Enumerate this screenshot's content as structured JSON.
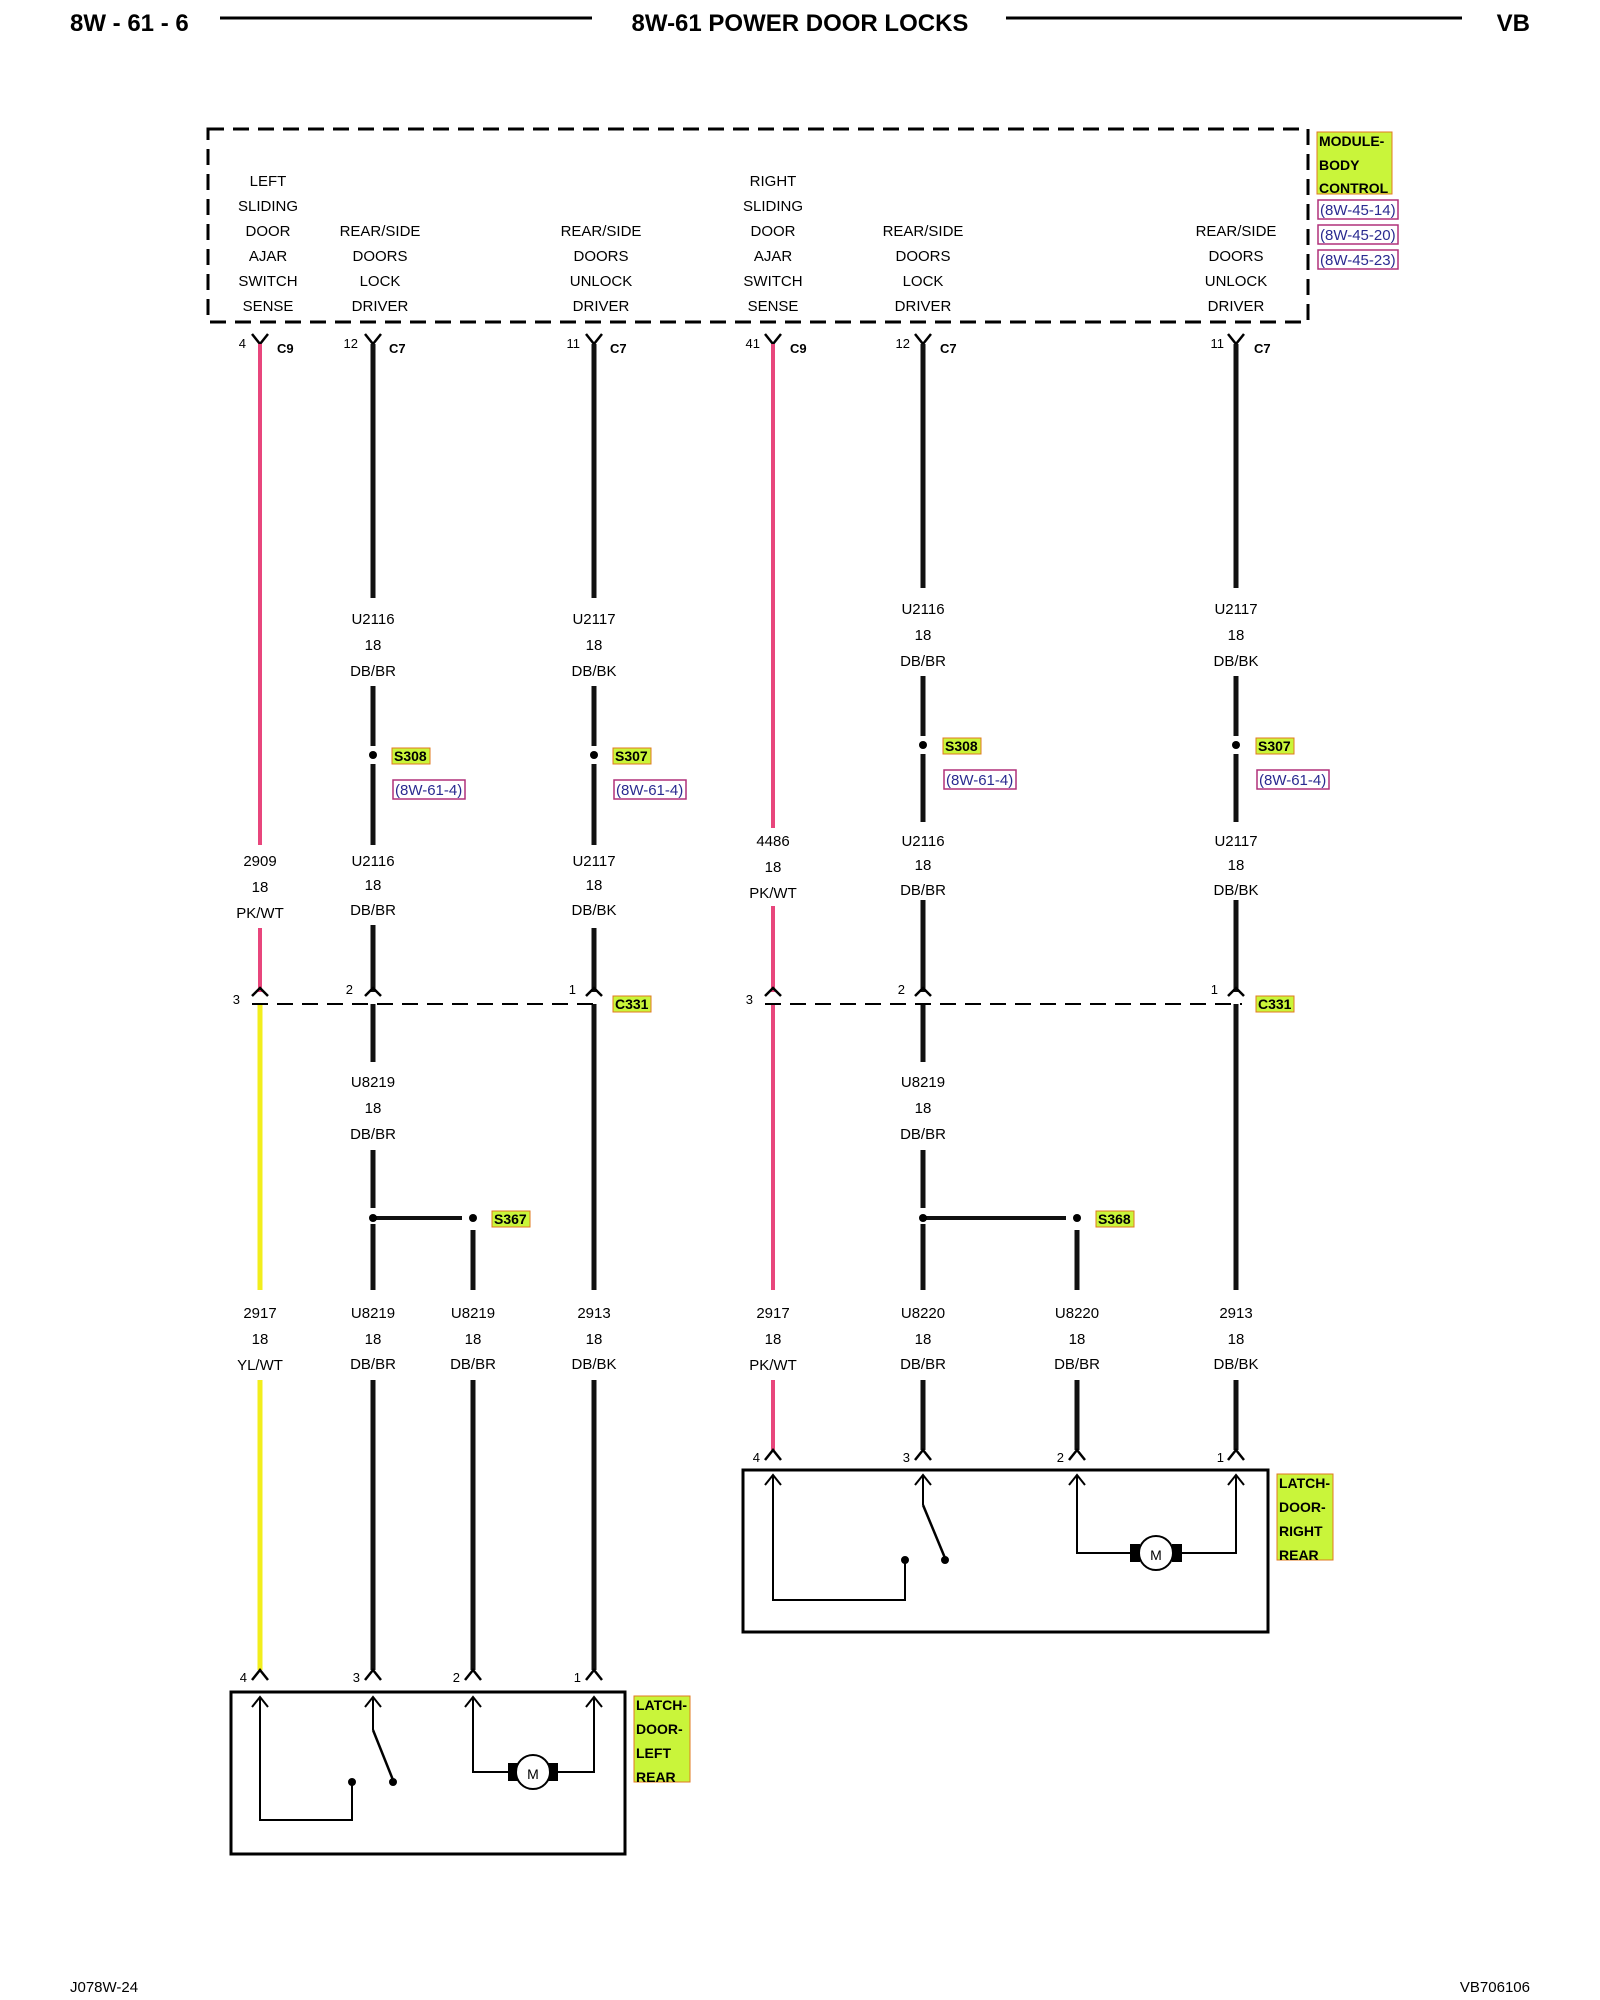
{
  "header": {
    "page_number": "8W - 61 - 6",
    "title": "8W-61 POWER DOOR LOCKS",
    "model": "VB"
  },
  "module": {
    "name_lines": [
      "MODULE-",
      "BODY",
      "CONTROL"
    ],
    "refs": [
      "(8W-45-14)",
      "(8W-45-20)",
      "(8W-45-23)"
    ],
    "functions": [
      {
        "lines": [
          "LEFT",
          "SLIDING",
          "DOOR",
          "AJAR",
          "SWITCH",
          "SENSE"
        ],
        "pin": "4",
        "connector": "C9"
      },
      {
        "lines": [
          "REAR/SIDE",
          "DOORS",
          "LOCK",
          "DRIVER"
        ],
        "pin": "12",
        "connector": "C7"
      },
      {
        "lines": [
          "REAR/SIDE",
          "DOORS",
          "UNLOCK",
          "DRIVER"
        ],
        "pin": "11",
        "connector": "C7"
      },
      {
        "lines": [
          "RIGHT",
          "SLIDING",
          "DOOR",
          "AJAR",
          "SWITCH",
          "SENSE"
        ],
        "pin": "41",
        "connector": "C9"
      },
      {
        "lines": [
          "REAR/SIDE",
          "DOORS",
          "LOCK",
          "DRIVER"
        ],
        "pin": "12",
        "connector": "C7"
      },
      {
        "lines": [
          "REAR/SIDE",
          "DOORS",
          "UNLOCK",
          "DRIVER"
        ],
        "pin": "11",
        "connector": "C7"
      }
    ]
  },
  "wires_upper": [
    {
      "circuit": "U2116",
      "gauge": "18",
      "color": "DB/BR"
    },
    {
      "circuit": "U2117",
      "gauge": "18",
      "color": "DB/BK"
    },
    {
      "circuit": "U2116",
      "gauge": "18",
      "color": "DB/BR"
    },
    {
      "circuit": "U2117",
      "gauge": "18",
      "color": "DB/BK"
    }
  ],
  "splices": [
    {
      "id": "S308",
      "ref": "(8W-61-4)"
    },
    {
      "id": "S307",
      "ref": "(8W-61-4)"
    },
    {
      "id": "S308",
      "ref": "(8W-61-4)"
    },
    {
      "id": "S307",
      "ref": "(8W-61-4)"
    }
  ],
  "wires_mid": [
    {
      "circuit": "2909",
      "gauge": "18",
      "color": "PK/WT"
    },
    {
      "circuit": "U2116",
      "gauge": "18",
      "color": "DB/BR"
    },
    {
      "circuit": "U2117",
      "gauge": "18",
      "color": "DB/BK"
    },
    {
      "circuit": "4486",
      "gauge": "18",
      "color": "PK/WT"
    },
    {
      "circuit": "U2116",
      "gauge": "18",
      "color": "DB/BR"
    },
    {
      "circuit": "U2117",
      "gauge": "18",
      "color": "DB/BK"
    }
  ],
  "inline_connector": {
    "id": "C331",
    "pins_left": [
      "3",
      "2",
      "1"
    ],
    "pins_right": [
      "3",
      "2",
      "1"
    ]
  },
  "wires_after_c331": [
    {
      "circuit": "U8219",
      "gauge": "18",
      "color": "DB/BR"
    },
    {
      "circuit": "U8219",
      "gauge": "18",
      "color": "DB/BR"
    }
  ],
  "lower_splices": [
    "S367",
    "S368"
  ],
  "wires_lower": [
    {
      "circuit": "2917",
      "gauge": "18",
      "color": "YL/WT"
    },
    {
      "circuit": "U8219",
      "gauge": "18",
      "color": "DB/BR"
    },
    {
      "circuit": "U8219",
      "gauge": "18",
      "color": "DB/BR"
    },
    {
      "circuit": "2913",
      "gauge": "18",
      "color": "DB/BK"
    },
    {
      "circuit": "2917",
      "gauge": "18",
      "color": "PK/WT"
    },
    {
      "circuit": "U8220",
      "gauge": "18",
      "color": "DB/BR"
    },
    {
      "circuit": "U8220",
      "gauge": "18",
      "color": "DB/BR"
    },
    {
      "circuit": "2913",
      "gauge": "18",
      "color": "DB/BK"
    }
  ],
  "latch_left": {
    "name_lines": [
      "LATCH-",
      "DOOR-",
      "LEFT",
      "REAR"
    ],
    "pins": [
      "4",
      "3",
      "2",
      "1"
    ],
    "motor": "M"
  },
  "latch_right": {
    "name_lines": [
      "LATCH-",
      "DOOR-",
      "RIGHT",
      "REAR"
    ],
    "pins": [
      "4",
      "3",
      "2",
      "1"
    ],
    "motor": "M"
  },
  "footer": {
    "left_code": "J078W-24",
    "right_code": "VB706106"
  },
  "colors": {
    "wire_pink": "#e8467c",
    "wire_yellow": "#f2ee1c",
    "wire_black": "#111111",
    "tag_highlight": "#c9f53a",
    "ref_box": "#b0307a"
  }
}
